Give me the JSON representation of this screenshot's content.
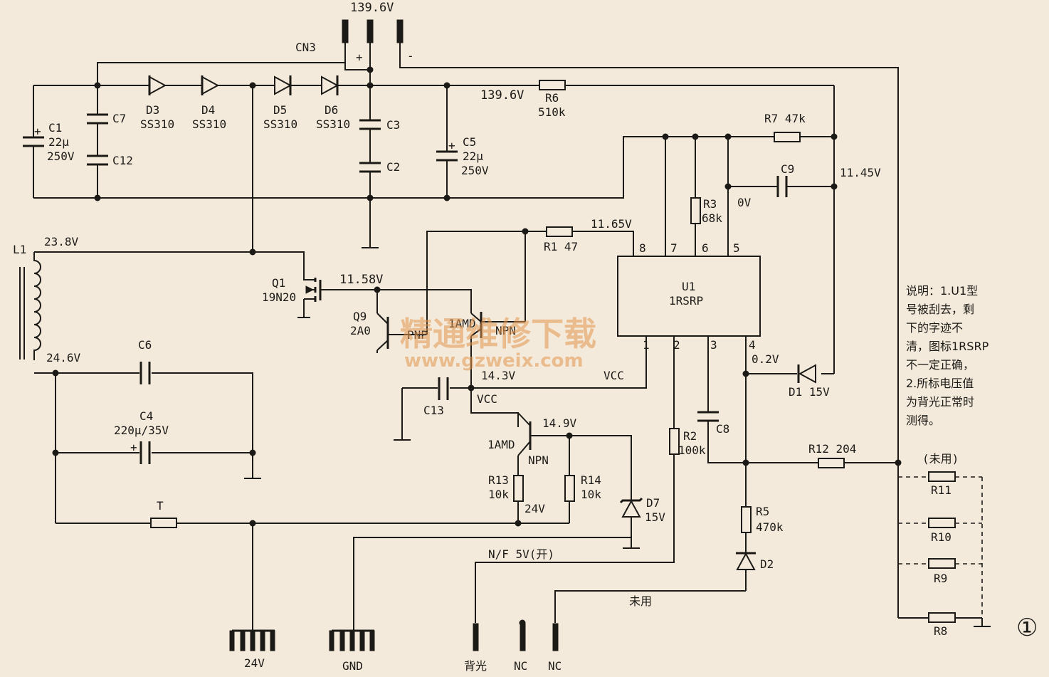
{
  "top_voltage": "139.6V",
  "connector_cn3": {
    "name": "CN3",
    "plus": "+",
    "minus": "-"
  },
  "rail_voltage": "139.6V",
  "labels": {
    "c1": "C1",
    "c1_val": "22µ",
    "c1_volt": "250V",
    "c7": "C7",
    "c12": "C12",
    "d3": "D3",
    "d3_val": "SS310",
    "d4": "D4",
    "d4_val": "SS310",
    "d5": "D5",
    "d5_val": "SS310",
    "d6": "D6",
    "d6_val": "SS310",
    "c3": "C3",
    "c2": "C2",
    "c5": "C5",
    "c5_val": "22µ",
    "c5_volt": "250V",
    "r6": "R6",
    "r6_val": "510k",
    "r7": "R7 47k",
    "c9": "C9",
    "v_11_45": "11.45V",
    "r3": "R3",
    "r3_val": "68k",
    "v_0": "0V",
    "l1": "L1",
    "v_23_8": "23.8V",
    "r1": "R1 47",
    "v_11_65": "11.65V",
    "q1": "Q1",
    "q1_val": "19N20",
    "v_11_58": "11.58V",
    "q9": "Q9",
    "q9_val": "2A0",
    "pnp": "PNP",
    "amd1": "1AMD",
    "npn1": "NPN",
    "u1": "U1",
    "u1_val": "1RSRP",
    "pin8": "8",
    "pin7": "7",
    "pin6": "6",
    "pin5": "5",
    "pin1": "1",
    "pin2": "2",
    "pin3": "3",
    "pin4": "4",
    "v_24_6": "24.6V",
    "c6": "C6",
    "c4": "C4",
    "c4_val": "220µ/35V",
    "v_14_3": "14.3V",
    "vcc1": "VCC",
    "c13": "C13",
    "vcc2": "VCC",
    "v_0_2": "0.2V",
    "d1": "D1 15V",
    "c8": "C8",
    "r2": "R2",
    "r2_val": "100k",
    "amd2": "1AMD",
    "npn2": "NPN",
    "v_14_9": "14.9V",
    "r13": "R13",
    "r13_val": "10k",
    "r14": "R14",
    "r14_val": "10k",
    "v_24": "24V",
    "d7": "D7",
    "d7_val": "15V",
    "t": "T",
    "r12": "R12 204",
    "unused": "(未用)",
    "r11": "R11",
    "r10": "R10",
    "r9": "R9",
    "r8": "R8",
    "r5": "R5",
    "r5_val": "470k",
    "d2": "D2",
    "nf": "N/F 5V(开)",
    "unused2": "未用",
    "conn_24v": "24V",
    "conn_gnd": "GND",
    "conn_bl": "背光",
    "conn_nc1": "NC",
    "conn_nc2": "NC",
    "figure_num": "①"
  },
  "note": {
    "lines": [
      "说明：1.U1型",
      "号被刮去，剩",
      "下的字迹不",
      "清，图标1RSRP",
      "不一定正确，",
      "2.所标电压值",
      "为背光正常时",
      "测得。"
    ]
  },
  "watermark": {
    "title": "精通维修下载",
    "url": "www.gzweix.com"
  }
}
